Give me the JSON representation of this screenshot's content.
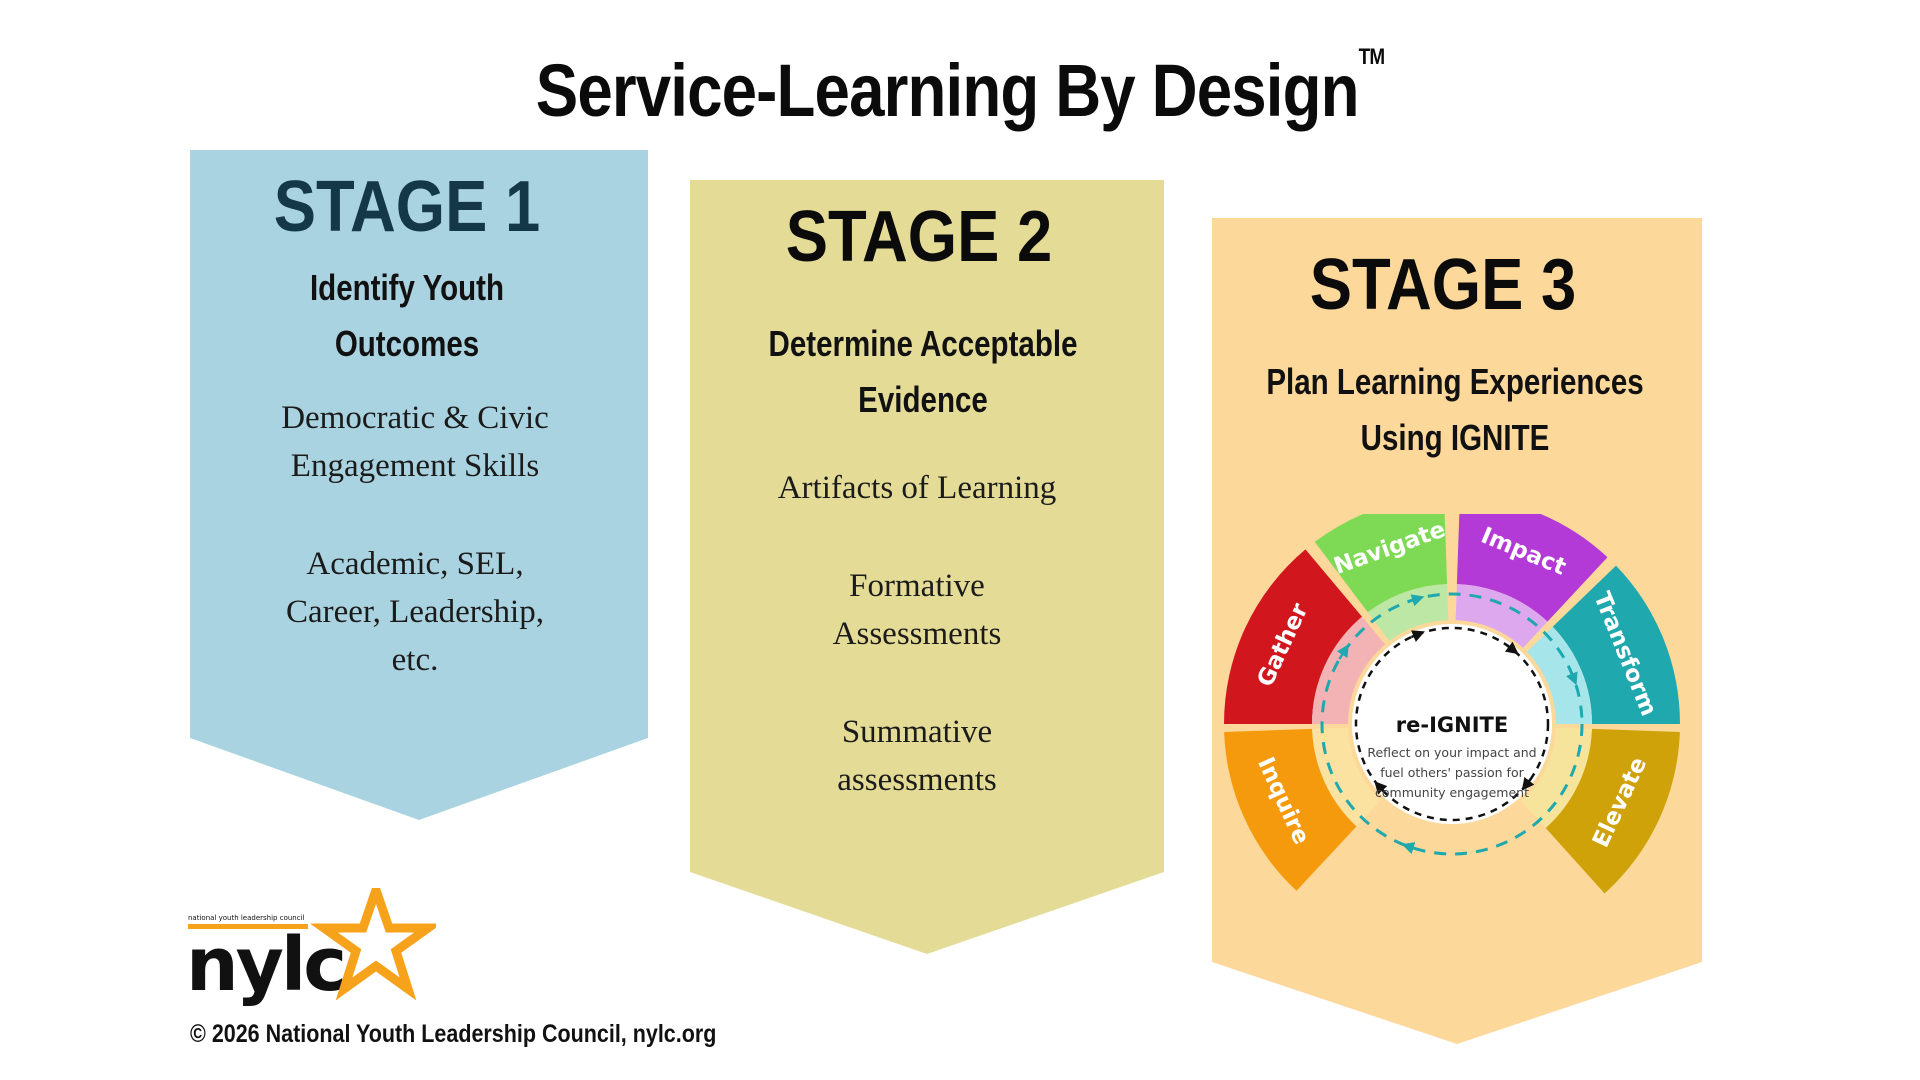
{
  "title": "Service-Learning By Design",
  "trademark": "TM",
  "colors": {
    "stage1_bg": "#A9D3E0",
    "stage2_bg": "#E4DC96",
    "stage3_bg": "#FCD89A",
    "stage1_text": "#143847",
    "gather": "#D2161E",
    "navigate": "#7EDA55",
    "impact": "#B43AD8",
    "transform": "#1FA8AE",
    "elevate": "#CFA20A",
    "inquire": "#F59A0C",
    "logo_orange": "#F7A21B"
  },
  "stage1": {
    "label": "STAGE 1",
    "subtitle_line1": "Identify Youth",
    "subtitle_line2": "Outcomes",
    "item1_line1": "Democratic & Civic",
    "item1_line2": "Engagement Skills",
    "item2_line1": "Academic, SEL,",
    "item2_line2": "Career, Leadership,",
    "item2_line3": "etc."
  },
  "stage2": {
    "label": "STAGE 2",
    "subtitle_line1": "Determine Acceptable",
    "subtitle_line2": "Evidence",
    "item1": "Artifacts of Learning",
    "item2_line1": "Formative",
    "item2_line2": "Assessments",
    "item3_line1": "Summative",
    "item3_line2": "assessments"
  },
  "stage3": {
    "label": "STAGE 3",
    "subtitle_line1": "Plan Learning Experiences",
    "subtitle_line2": "Using IGNITE",
    "wheel": {
      "segments": [
        "Gather",
        "Navigate",
        "Impact",
        "Transform",
        "Elevate",
        "Inquire"
      ],
      "center_title": "re-IGNITE",
      "center_line1": "Reflect on your impact and",
      "center_line2": "fuel others' passion for",
      "center_line3": "community engagement"
    }
  },
  "logo": {
    "small_text": "national youth leadership council",
    "wordmark": "nylc"
  },
  "copyright": "© 2026 National Youth Leadership Council, nylc.org"
}
